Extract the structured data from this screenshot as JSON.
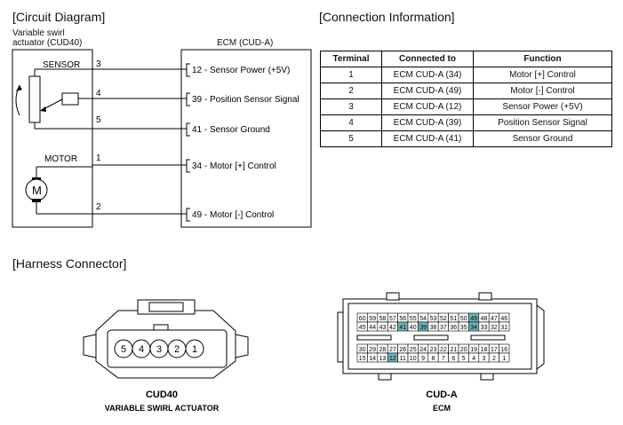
{
  "circuit": {
    "heading": "[Circuit Diagram]",
    "actuator_line1": "Variable swirl",
    "actuator_line2": "actuator (CUD40)",
    "ecm_title": "ECM (CUD-A)",
    "sensor_label": "SENSOR",
    "motor_label": "MOTOR",
    "motor_symbol": "M",
    "pins": [
      "3",
      "4",
      "5",
      "1",
      "2"
    ],
    "ecm_pins": [
      "12 - Sensor Power (+5V)",
      "39 - Position Sensor Signal",
      "41 - Sensor Ground",
      "34 - Motor [+] Control",
      "49 - Motor [-] Control"
    ]
  },
  "connection": {
    "heading": "[Connection Information]",
    "columns": [
      "Terminal",
      "Connected to",
      "Function"
    ],
    "rows": [
      [
        "1",
        "ECM CUD-A (34)",
        "Motor [+] Control"
      ],
      [
        "2",
        "ECM CUD-A (49)",
        "Motor [-] Control"
      ],
      [
        "3",
        "ECM CUD-A (12)",
        "Sensor Power (+5V)"
      ],
      [
        "4",
        "ECM CUD-A (39)",
        "Position Sensor Signal"
      ],
      [
        "5",
        "ECM CUD-A (41)",
        "Sensor Ground"
      ]
    ]
  },
  "harness": {
    "heading": "[Harness Connector]",
    "cud40_pins": [
      "5",
      "4",
      "3",
      "2",
      "1"
    ],
    "cud40_name": "CUD40",
    "cud40_desc": "VARIABLE SWIRL ACTUATOR",
    "ecm_name": "CUD-A",
    "ecm_desc": "ECM",
    "ecm_row1": [
      "60",
      "59",
      "58",
      "57",
      "56",
      "55",
      "54",
      "53",
      "52",
      "51",
      "50",
      "49",
      "48",
      "47",
      "46"
    ],
    "ecm_row2": [
      "45",
      "44",
      "43",
      "42",
      "41",
      "40",
      "39",
      "38",
      "37",
      "36",
      "35",
      "34",
      "33",
      "32",
      "31"
    ],
    "ecm_row3": [
      "30",
      "29",
      "28",
      "27",
      "26",
      "25",
      "24",
      "23",
      "22",
      "21",
      "20",
      "19",
      "18",
      "17",
      "16"
    ],
    "ecm_row4": [
      "15",
      "14",
      "13",
      "12",
      "11",
      "10",
      "9",
      "8",
      "7",
      "6",
      "5",
      "4",
      "3",
      "2",
      "1"
    ],
    "highlighted_pins": [
      "49",
      "41",
      "39",
      "34",
      "12"
    ],
    "highlight_color": "#6fb3b8"
  }
}
